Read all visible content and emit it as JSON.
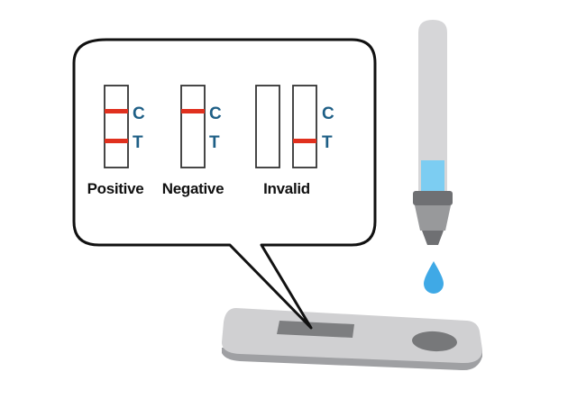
{
  "colors": {
    "line_red": "#e0301e",
    "letter_blue": "#1e5f86",
    "strip_outline": "#333333",
    "bubble_outline": "#111111",
    "cassette_top": "#d0d0d2",
    "cassette_side": "#9fa0a3",
    "window_gray": "#7d7e80",
    "well_gray": "#77787a",
    "dropper_body": "#d6d6d8",
    "dropper_liquid": "#7ccdf2",
    "dropper_tip": "#6f7073",
    "drop_blue": "#3fa9e6"
  },
  "labels": {
    "c": "C",
    "t": "T"
  },
  "results": [
    {
      "id": "positive",
      "label": "Positive",
      "control_line": true,
      "test_line": true
    },
    {
      "id": "negative",
      "label": "Negative",
      "control_line": true,
      "test_line": false
    },
    {
      "id": "invalid",
      "label": "Invalid",
      "strips": [
        {
          "control_line": false,
          "test_line": false
        },
        {
          "control_line": false,
          "test_line": true
        }
      ]
    }
  ],
  "icons": {
    "callout": "speech-bubble-icon",
    "device": "test-cassette-icon",
    "dropper": "dropper-icon",
    "droplet": "droplet-icon"
  }
}
